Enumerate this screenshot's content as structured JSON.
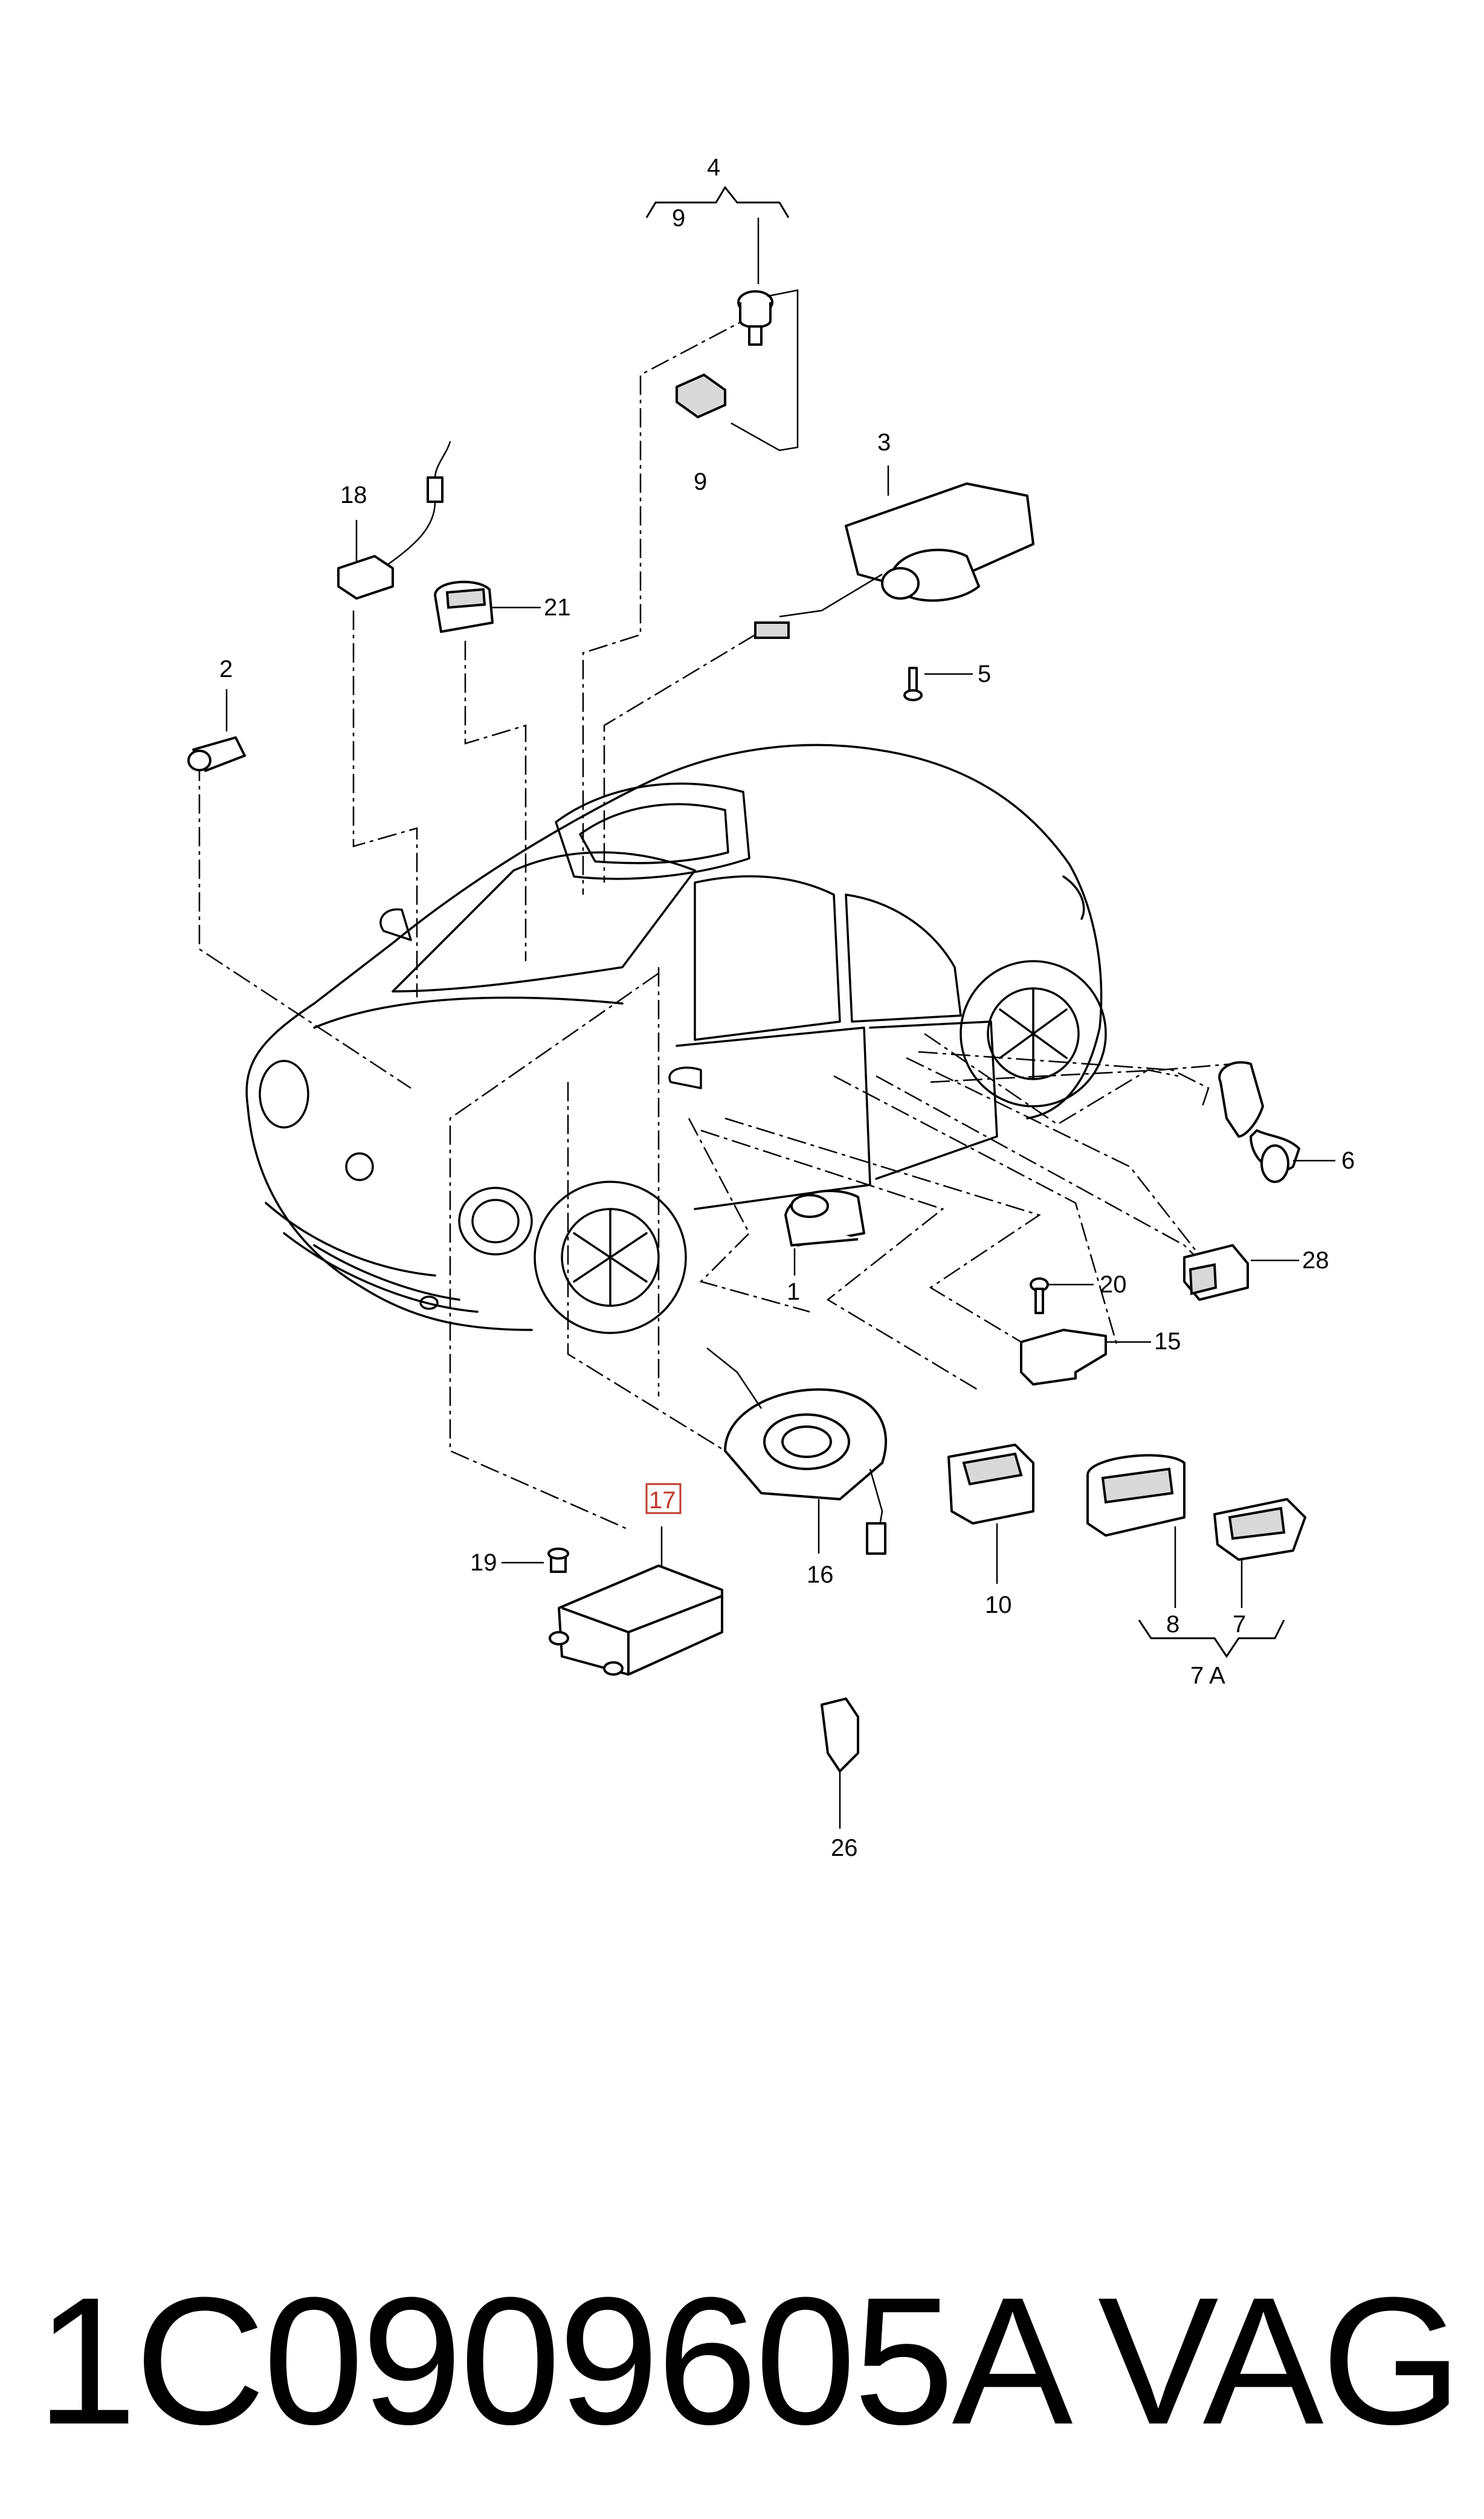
{
  "diagram": {
    "callouts": {
      "c1": "1",
      "c2": "2",
      "c3": "3",
      "c4": "4",
      "c5": "5",
      "c6": "6",
      "c7": "7",
      "c7a": "7 A",
      "c8": "8",
      "c9a": "9",
      "c9b": "9",
      "c10": "10",
      "c15": "15",
      "c16": "16",
      "c17": "17",
      "c18": "18",
      "c19": "19",
      "c20": "20",
      "c21": "21",
      "c26": "26",
      "c28": "28"
    },
    "highlighted_callout": "17",
    "highlight_color": "#c0392b"
  },
  "caption": {
    "part_number": "1C0909605A",
    "brand": "VAG"
  }
}
